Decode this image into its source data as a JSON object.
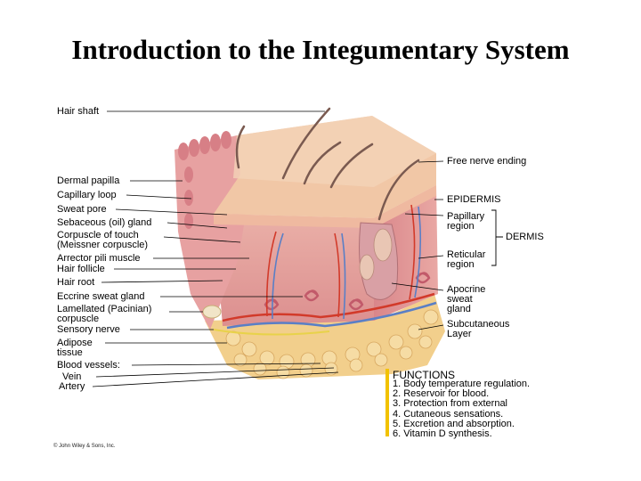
{
  "title": "Introduction to the Integumentary System",
  "left_labels": {
    "hair_shaft": "Hair shaft",
    "dermal_papilla": "Dermal papilla",
    "capillary_loop": "Capillary loop",
    "sweat_pore": "Sweat pore",
    "sebaceous_gland": "Sebaceous (oil) gland",
    "corpuscle_of_touch": "Corpuscle of touch\n(Meissner corpuscle)",
    "arrector_pili": "Arrector pili muscle",
    "hair_follicle": "Hair follicle",
    "hair_root": "Hair root",
    "eccrine_sweat_gland": "Eccrine sweat gland",
    "lamellated_corpuscle": "Lamellated (Pacinian)\ncorpuscle",
    "sensory_nerve": "Sensory nerve",
    "adipose_tissue": "Adipose\ntissue",
    "blood_vessels": "Blood vessels:",
    "vein": "Vein",
    "artery": "Artery"
  },
  "right_labels": {
    "free_nerve_ending": "Free nerve ending",
    "epidermis": "EPIDERMIS",
    "papillary_region": "Papillary\nregion",
    "dermis": "DERMIS",
    "reticular_region": "Reticular\nregion",
    "apocrine_sweat_gland": "Apocrine\nsweat\ngland",
    "subcutaneous_layer": "Subcutaneous\nLayer"
  },
  "functions": {
    "heading": "FUNCTIONS",
    "items": [
      "1. Body temperature regulation.",
      "2. Reservoir for blood.",
      "3. Protection from external",
      "4. Cutaneous sensations.",
      "5. Excretion and absorption.",
      "6. Vitamin D synthesis."
    ]
  },
  "credit": "© John Wiley & Sons, Inc.",
  "colors": {
    "epidermis_top": "#f1c7a6",
    "dermis": "#e7a1a1",
    "adipose": "#f2cf8c",
    "artery": "#d23a2a",
    "vein": "#5a7fc6",
    "hair": "#7a5a50",
    "functions_bar": "#f2c200"
  }
}
